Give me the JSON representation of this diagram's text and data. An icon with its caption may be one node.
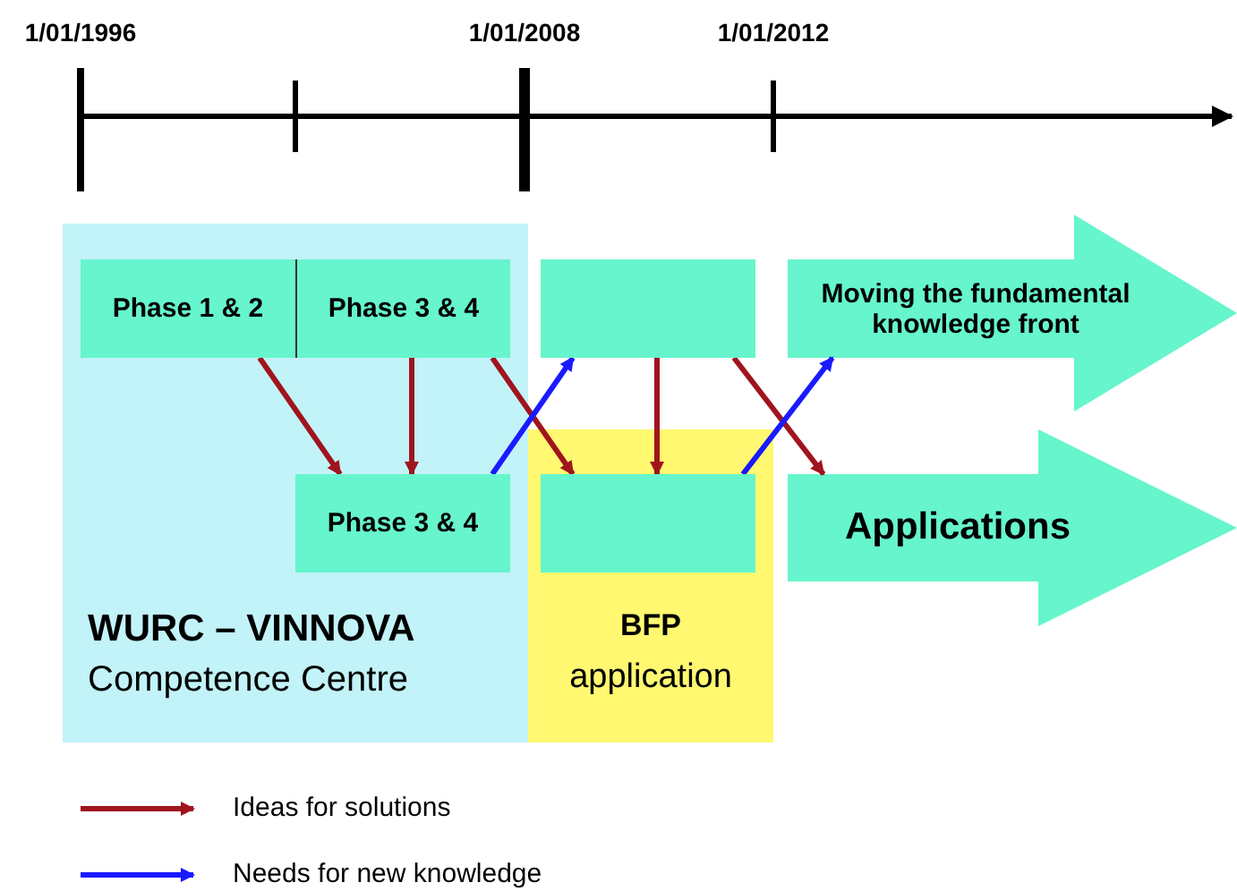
{
  "diagram": {
    "nodes": [
      {
        "text": [
          "WURC – VINNOVA",
          "Competence Centre"
        ]
      },
      {
        "text": [
          "Phase 1 & 2"
        ],
        "in": 0
      },
      {
        "text": [
          "Phase 3 & 4"
        ],
        "in": 0
      },
      {
        "text": [
          "Phase 3 & 4"
        ],
        "in": 0
      },
      {
        "text": [
          "BFP",
          "application"
        ]
      },
      {
        "text": [],
        "shape": "box"
      },
      {
        "text": [],
        "shape": "box",
        "in": 4
      },
      {
        "text": [
          "Moving the fundamental knowledge front"
        ]
      },
      {
        "text": [
          "Applications"
        ]
      }
    ],
    "edges": [
      {
        "from": 1,
        "to": 3,
        "arrow": "to"
      },
      {
        "from": 2,
        "to": 3,
        "arrow": "to"
      },
      {
        "from": 2,
        "to": 6,
        "arrow": "to"
      },
      {
        "from": 5,
        "to": 6,
        "arrow": "to"
      },
      {
        "from": 5,
        "to": 8,
        "arrow": "to"
      },
      {
        "from": 3,
        "to": 5,
        "arrow": "to",
        "color": "#1a1aff"
      },
      {
        "from": 6,
        "to": 7,
        "arrow": "to",
        "color": "#1a1aff"
      }
    ],
    "labels": [
      "1/01/1996",
      "1/01/2008",
      "1/01/2012"
    ],
    "legend": [
      {
        "text": "Ideas for solutions"
      },
      {
        "text": "Needs for new knowledge"
      }
    ]
  }
}
